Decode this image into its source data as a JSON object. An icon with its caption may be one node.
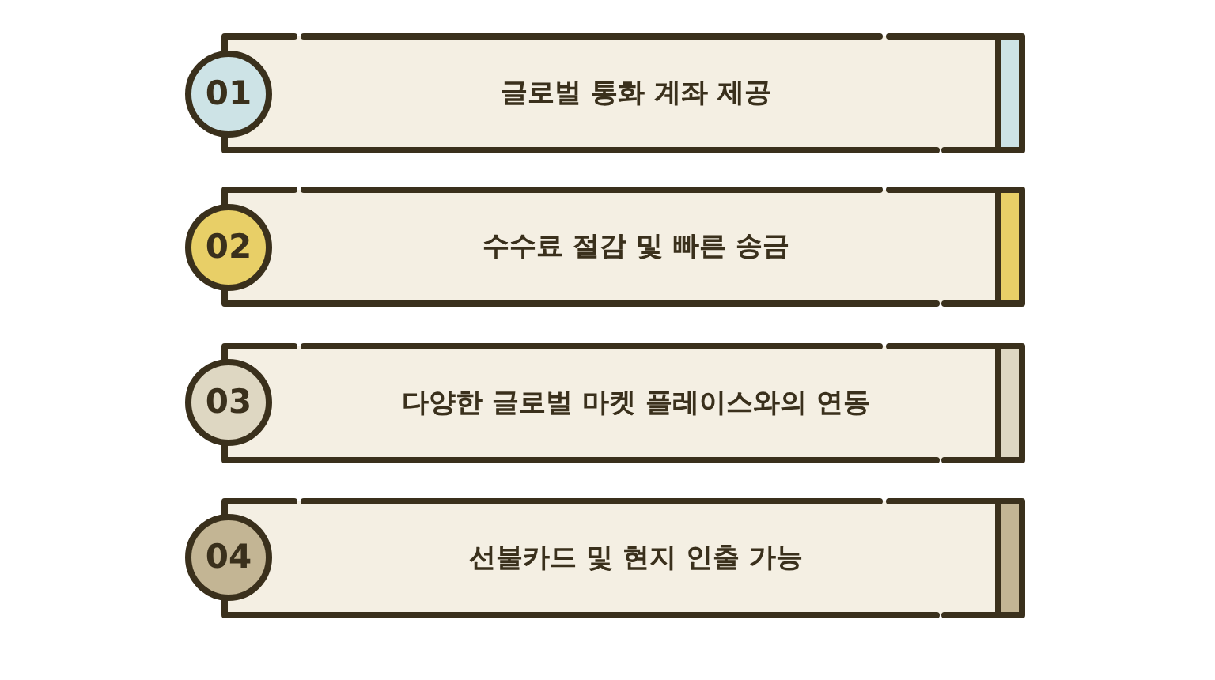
{
  "diagram": {
    "nodes": [
      {
        "text": [
          "01"
        ]
      },
      {
        "text": [
          "글로벌 통화 계좌 제공"
        ]
      },
      {
        "text": [
          "02"
        ]
      },
      {
        "text": [
          "수수료 절감 및 빠른 송금"
        ]
      },
      {
        "text": [
          "03"
        ]
      },
      {
        "text": [
          "다양한 글로벌 마켓 플레이스와의 연동"
        ]
      },
      {
        "text": [
          "04"
        ]
      },
      {
        "text": [
          "선불카드 및 현지 인출 가능"
        ]
      }
    ]
  }
}
